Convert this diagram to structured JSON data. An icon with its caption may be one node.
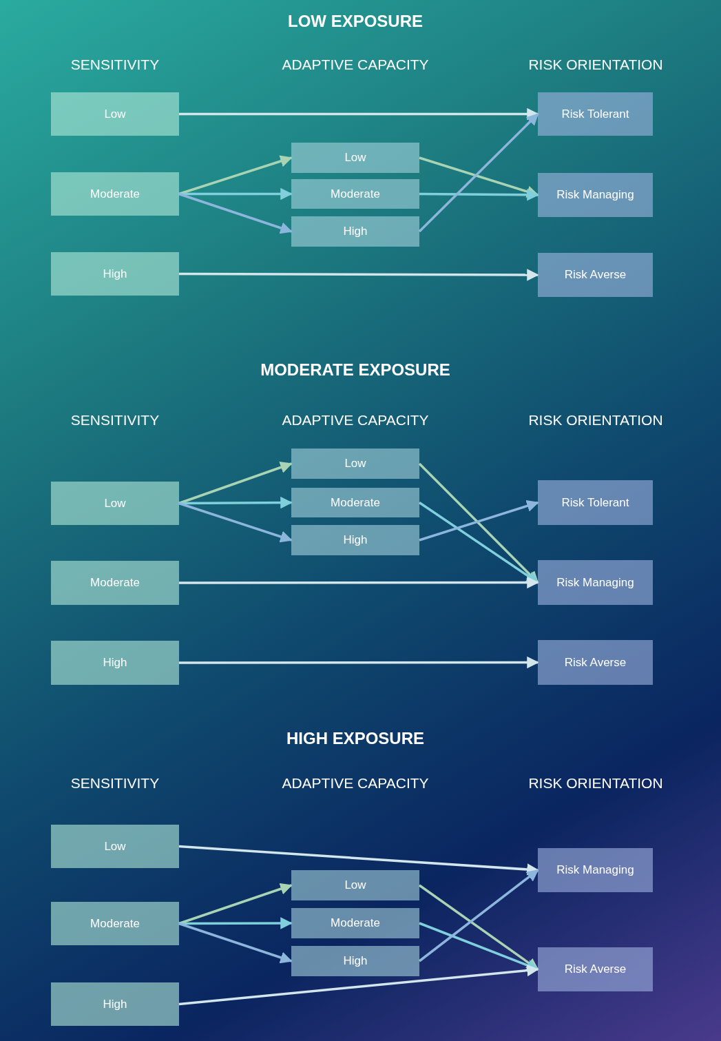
{
  "diagram": {
    "nodes": [
      {
        "text": [
          "Low"
        ]
      },
      {
        "text": [
          "Moderate"
        ]
      },
      {
        "text": [
          "High"
        ]
      },
      {
        "text": [
          "Low"
        ]
      },
      {
        "text": [
          "Moderate"
        ]
      },
      {
        "text": [
          "High"
        ]
      },
      {
        "text": [
          "Risk Tolerant"
        ]
      },
      {
        "text": [
          "Risk Managing"
        ]
      },
      {
        "text": [
          "Risk Averse"
        ]
      },
      {
        "text": [
          "Low"
        ]
      },
      {
        "text": [
          "Moderate"
        ]
      },
      {
        "text": [
          "High"
        ]
      },
      {
        "text": [
          "Low"
        ]
      },
      {
        "text": [
          "Moderate"
        ]
      },
      {
        "text": [
          "High"
        ]
      },
      {
        "text": [
          "Risk Tolerant"
        ]
      },
      {
        "text": [
          "Risk Managing"
        ]
      },
      {
        "text": [
          "Risk Averse"
        ]
      },
      {
        "text": [
          "Low"
        ]
      },
      {
        "text": [
          "Moderate"
        ]
      },
      {
        "text": [
          "High"
        ]
      },
      {
        "text": [
          "Low"
        ]
      },
      {
        "text": [
          "Moderate"
        ]
      },
      {
        "text": [
          "High"
        ]
      },
      {
        "text": [
          "Risk Managing"
        ]
      },
      {
        "text": [
          "Risk Averse"
        ]
      }
    ],
    "edges": [
      {
        "from": 0,
        "to": 6,
        "arrow": "to"
      },
      {
        "from": 1,
        "to": 3,
        "arrow": "to",
        "color": "#a9d4b4"
      },
      {
        "from": 1,
        "to": 4,
        "arrow": "to",
        "color": "#7fd0dc"
      },
      {
        "from": 1,
        "to": 5,
        "arrow": "to",
        "color": "#8db6dc"
      },
      {
        "from": 3,
        "to": 7,
        "arrow": "to",
        "color": "#a9d4b4"
      },
      {
        "from": 4,
        "to": 7,
        "arrow": "to",
        "color": "#7fd0dc"
      },
      {
        "from": 5,
        "to": 6,
        "arrow": "to",
        "color": "#8db6dc"
      },
      {
        "from": 2,
        "to": 8,
        "arrow": "to"
      },
      {
        "from": 9,
        "to": 12,
        "arrow": "to",
        "color": "#a9d4b4"
      },
      {
        "from": 9,
        "to": 13,
        "arrow": "to",
        "color": "#7fd0dc"
      },
      {
        "from": 9,
        "to": 14,
        "arrow": "to",
        "color": "#8db6dc"
      },
      {
        "from": 12,
        "to": 16,
        "arrow": "to",
        "color": "#a9d4b4"
      },
      {
        "from": 13,
        "to": 16,
        "arrow": "to",
        "color": "#7fd0dc"
      },
      {
        "from": 14,
        "to": 15,
        "arrow": "to",
        "color": "#8db6dc"
      },
      {
        "from": 10,
        "to": 16,
        "arrow": "to"
      },
      {
        "from": 11,
        "to": 17,
        "arrow": "to"
      },
      {
        "from": 18,
        "to": 24,
        "arrow": "to"
      },
      {
        "from": 19,
        "to": 21,
        "arrow": "to",
        "color": "#a9d4b4"
      },
      {
        "from": 19,
        "to": 22,
        "arrow": "to",
        "color": "#7fd0dc"
      },
      {
        "from": 19,
        "to": 23,
        "arrow": "to",
        "color": "#8db6dc"
      },
      {
        "from": 21,
        "to": 25,
        "arrow": "to",
        "color": "#a9d4b4"
      },
      {
        "from": 22,
        "to": 25,
        "arrow": "to",
        "color": "#7fd0dc"
      },
      {
        "from": 23,
        "to": 24,
        "arrow": "to",
        "color": "#8db6dc"
      },
      {
        "from": 20,
        "to": 25,
        "arrow": "to"
      }
    ],
    "labels": [
      "LOW EXPOSURE",
      "SENSITIVITY",
      "ADAPTIVE CAPACITY",
      "RISK ORIENTATION",
      "MODERATE EXPOSURE",
      "SENSITIVITY",
      "ADAPTIVE CAPACITY",
      "RISK ORIENTATION",
      "HIGH EXPOSURE",
      "SENSITIVITY",
      "ADAPTIVE CAPACITY",
      "RISK ORIENTATION"
    ]
  }
}
